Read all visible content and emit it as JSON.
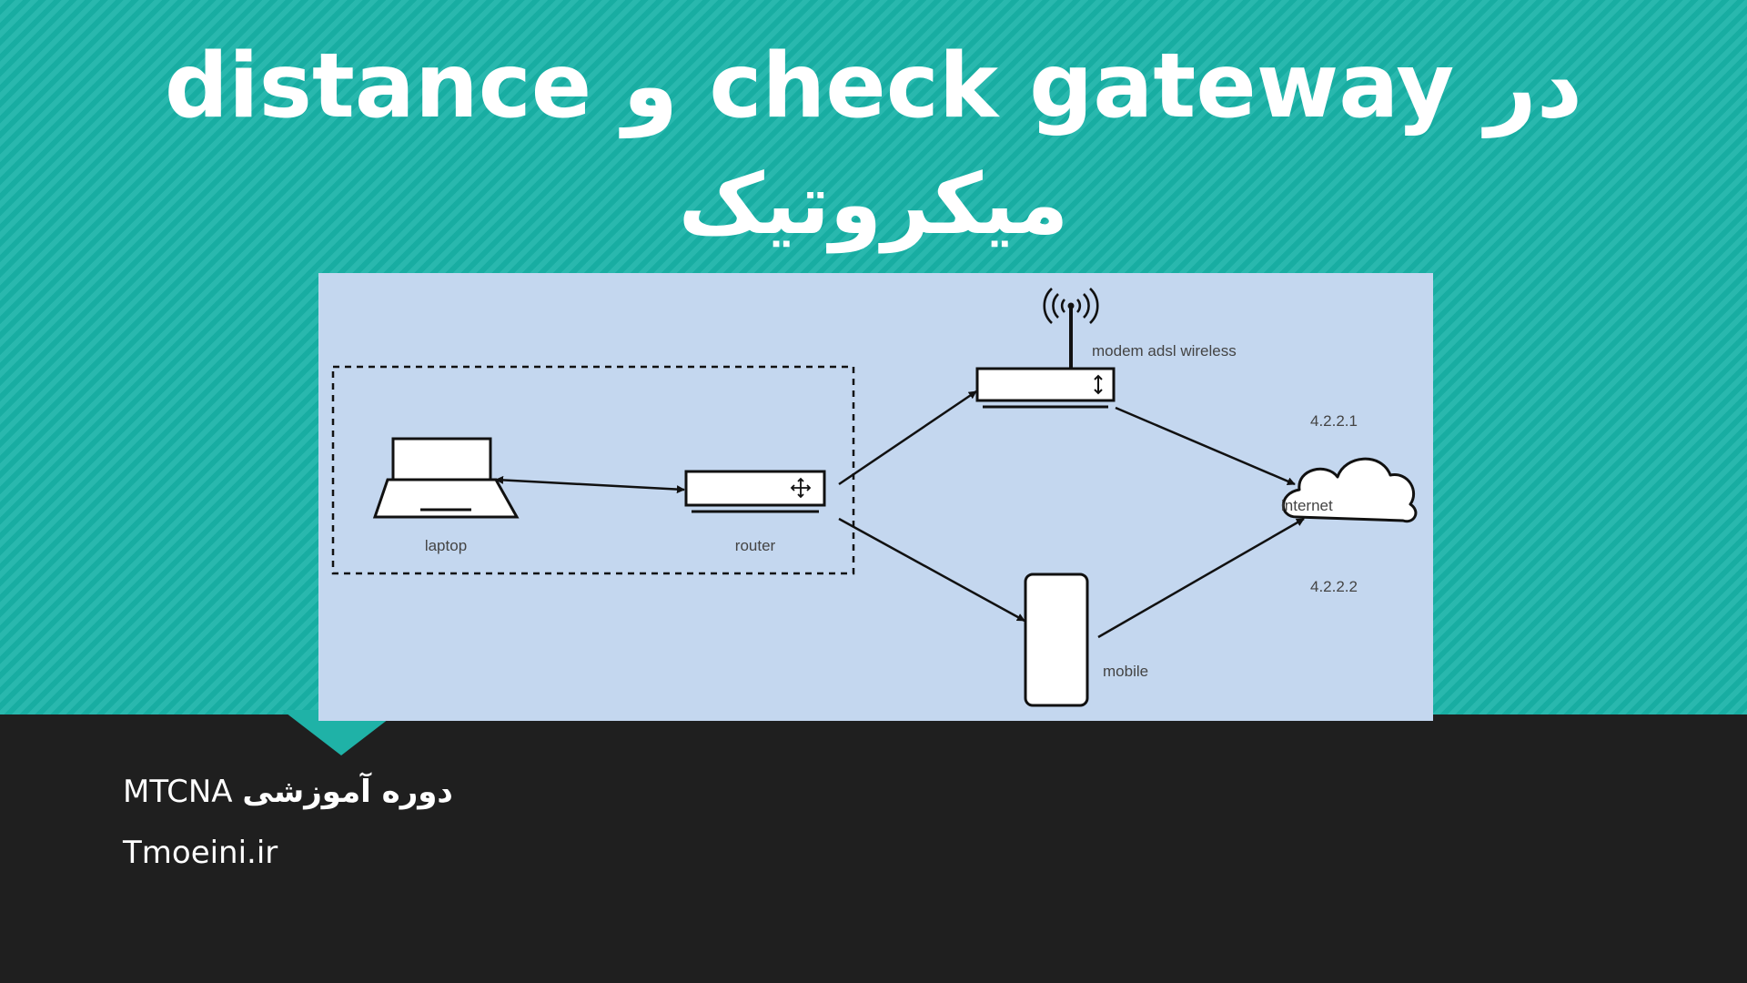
{
  "slide": {
    "title_line1": "distance و check gateway در",
    "title_line2": "میکروتیک",
    "course_label_fa": "دوره آموزشی",
    "course_label_en": "MTCNA",
    "website": "Tmoeini.ir"
  },
  "colors": {
    "teal_background": "#19b3a8",
    "dark_background": "#1f1f1f",
    "diagram_panel": "#c4d7ef",
    "text_white": "#ffffff",
    "diagram_stroke": "#111111"
  },
  "diagram": {
    "nodes": {
      "laptop": {
        "label": "laptop",
        "icon": "laptop-icon"
      },
      "router": {
        "label": "router",
        "icon": "router-icon"
      },
      "modem": {
        "label": "modem adsl wireless",
        "icon": "wireless-modem-icon"
      },
      "mobile": {
        "label": "mobile",
        "icon": "mobile-phone-icon"
      },
      "internet": {
        "label": "internet",
        "icon": "cloud-icon"
      }
    },
    "dns_primary": "4.2.2.1",
    "dns_secondary": "4.2.2.2",
    "edges": [
      {
        "from": "laptop",
        "to": "router",
        "bidirectional": true
      },
      {
        "from": "router",
        "to": "modem",
        "bidirectional": false
      },
      {
        "from": "router",
        "to": "mobile",
        "bidirectional": false
      },
      {
        "from": "modem",
        "to": "internet",
        "bidirectional": false
      },
      {
        "from": "mobile",
        "to": "internet",
        "bidirectional": false
      }
    ]
  }
}
